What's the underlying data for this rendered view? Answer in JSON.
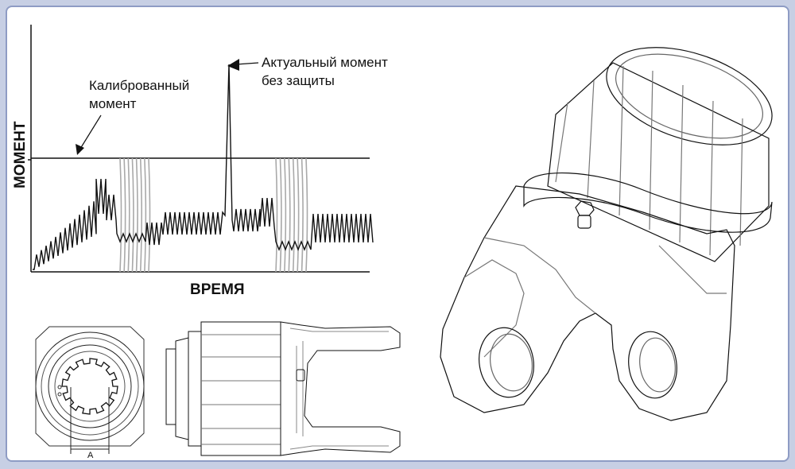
{
  "chart": {
    "ylabel": "МОМЕНТ",
    "xlabel": "ВРЕМЯ",
    "annotations": {
      "calibrated_line1": "Калиброванный",
      "calibrated_line2": "момент",
      "actual_line1": "Актуальный момент",
      "actual_line2": "без защиты"
    }
  },
  "drawing": {
    "dimension_label": "A"
  },
  "colors": {
    "frame_bg": "#c7cfe4",
    "frame_border": "#8e9cc4",
    "signal": "#111111",
    "signal_ghost": "#a9a9a9"
  }
}
